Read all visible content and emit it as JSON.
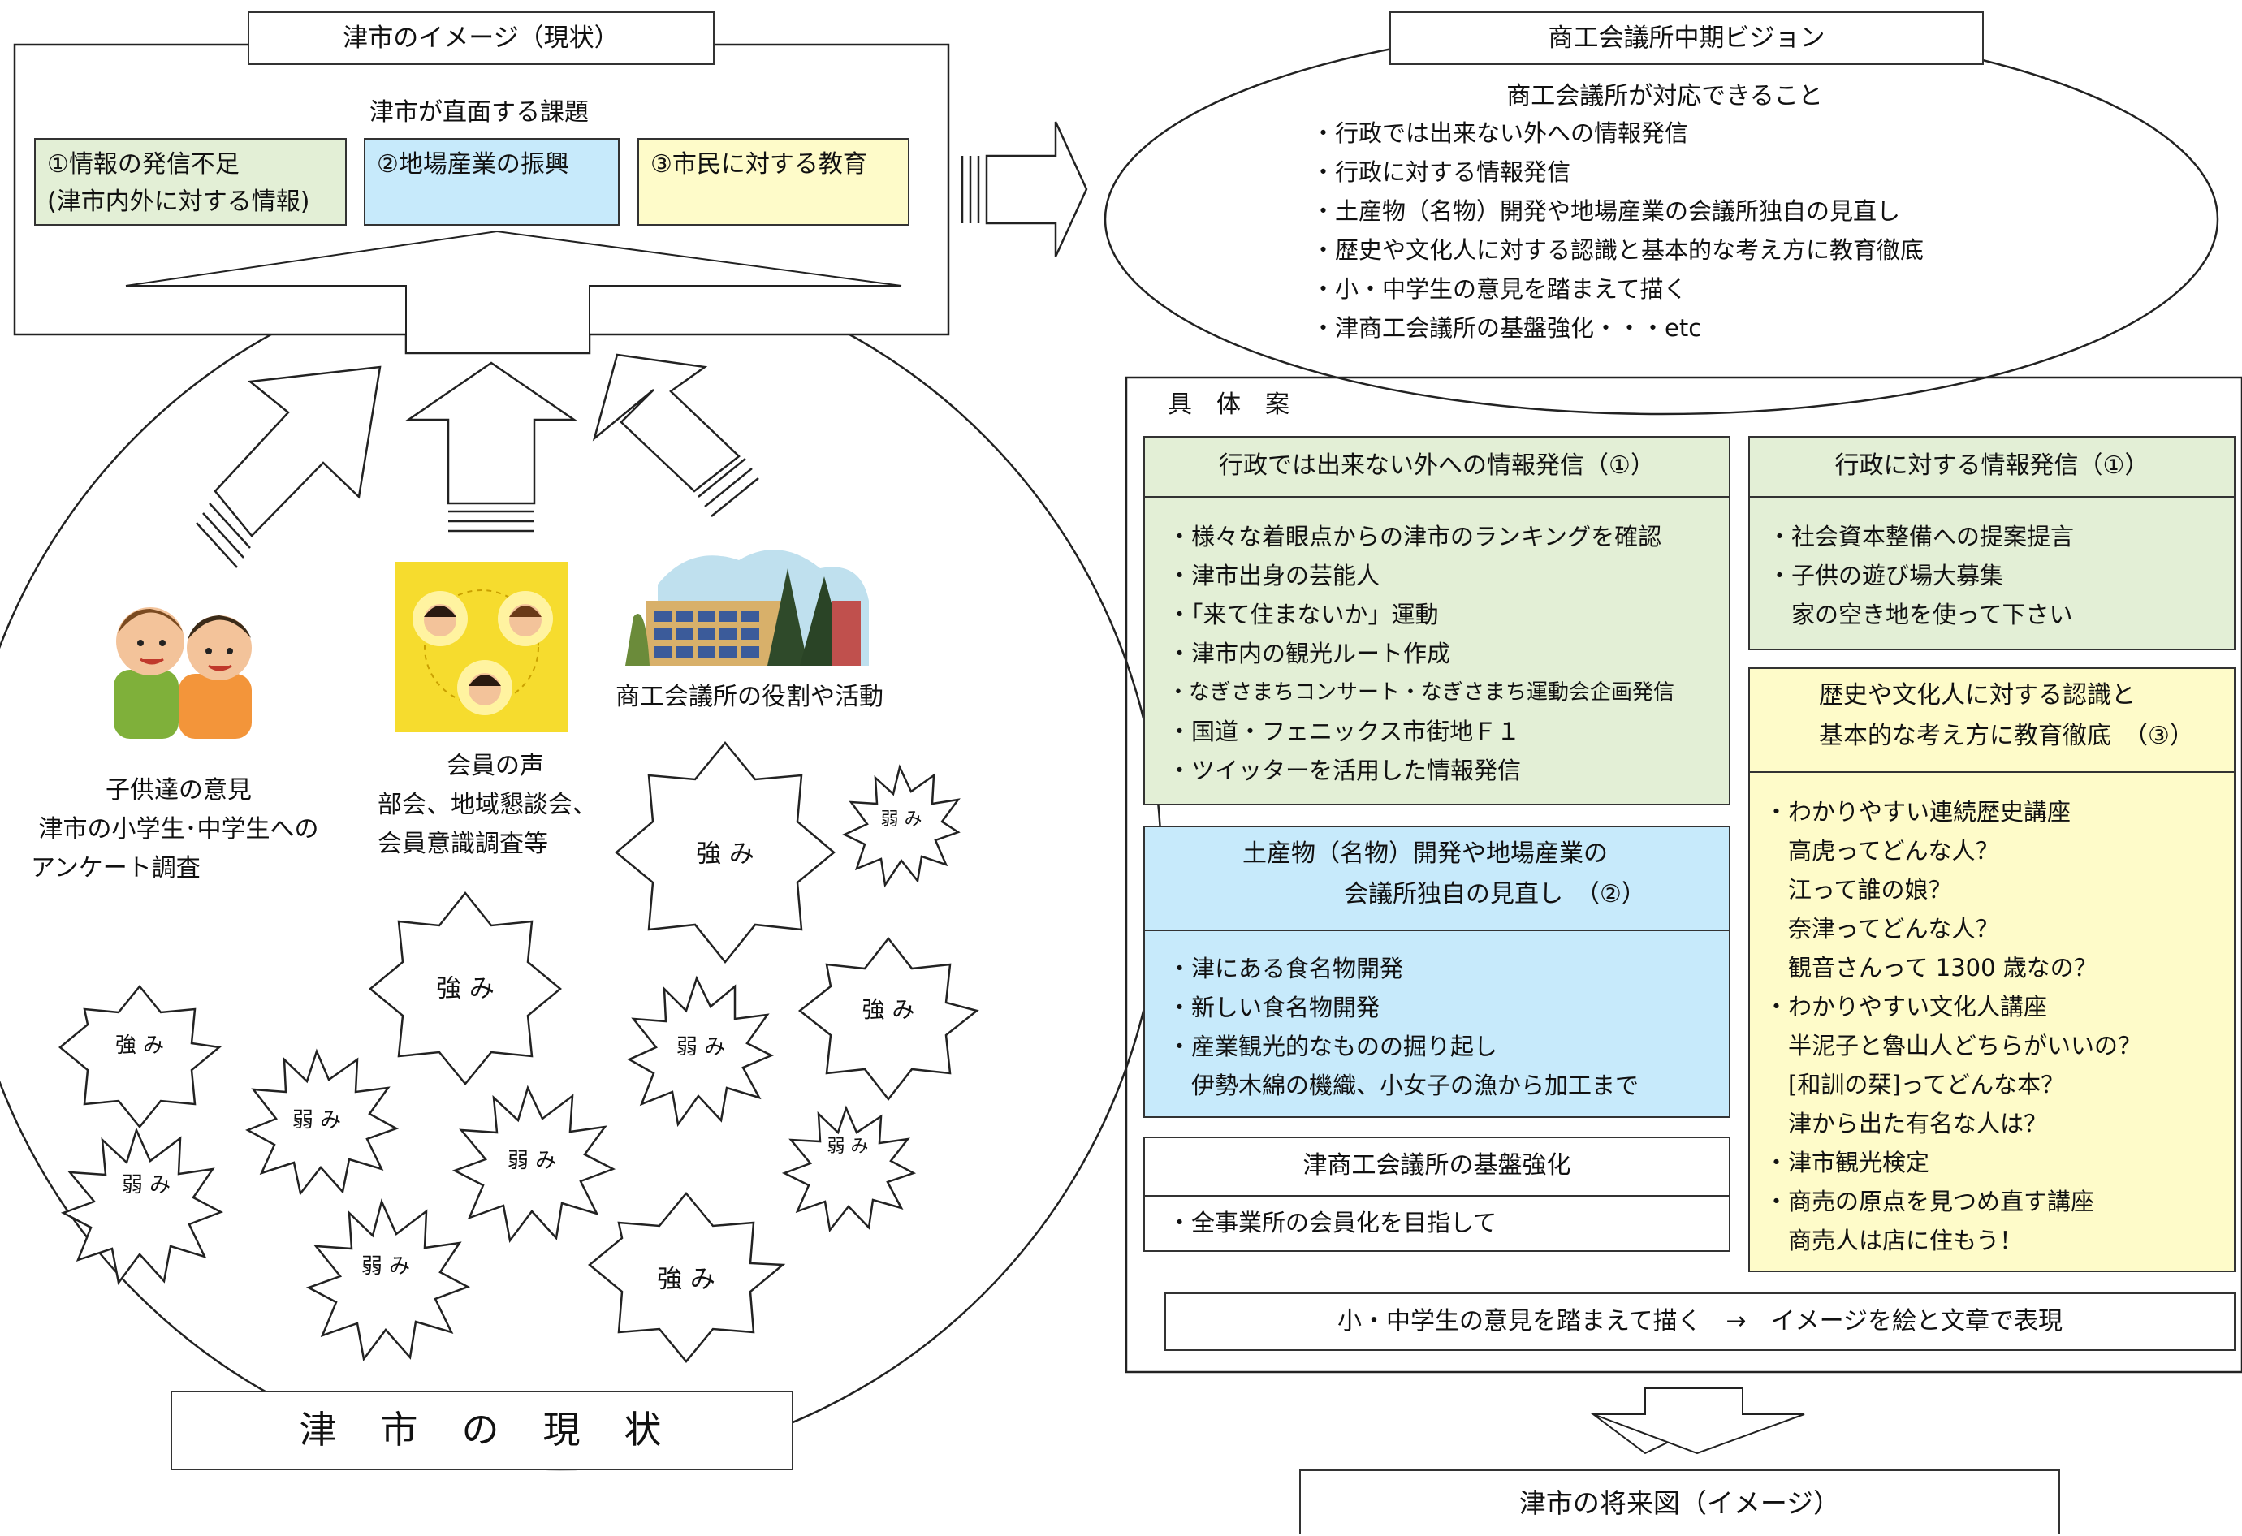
{
  "left": {
    "header_title": "津市のイメージ（現状）",
    "issues_title": "津市が直面する課題",
    "issues": [
      {
        "line1": "①情報の発信不足",
        "line2": "(津市内外に対する情報)"
      },
      {
        "line1": "②地場産業の振興",
        "line2": ""
      },
      {
        "line1": "③市民に対する教育",
        "line2": ""
      }
    ],
    "source_children": {
      "line1": "子供達の意見",
      "line2": "津市の小学生･中学生への",
      "line3": "アンケート調査"
    },
    "source_members": {
      "line1": "会員の声",
      "line2": "部会、地域懇談会、",
      "line3": "会員意識調査等"
    },
    "source_chamber": "商工会議所の役割や活動",
    "strength_label": "強 み",
    "weakness_label": "弱 み",
    "bottom_title": "津　市　の　現　状"
  },
  "right": {
    "vision_title": "商工会議所中期ビジョン",
    "vision_subtitle": "商工会議所が対応できること",
    "vision_items": [
      "・行政では出来ない外への情報発信",
      "・行政に対する情報発信",
      "・土産物（名物）開発や地場産業の会議所独自の見直し",
      "・歴史や文化人に対する認識と基本的な考え方に教育徹底",
      "・小・中学生の意見を踏まえて描く",
      "・津商工会議所の基盤強化・・・etc"
    ],
    "concrete_title": "具　体　案",
    "box1": {
      "title": "行政では出来ない外への情報発信（①）",
      "items": [
        "・様々な着眼点からの津市のランキングを確認",
        "・津市出身の芸能人",
        "・「来て住まないか」運動",
        "・津市内の観光ルート作成",
        "・なぎさまちコンサート・なぎさまち運動会企画発信",
        "・国道・フェニックス市街地Ｆ１",
        "・ツイッターを活用した情報発信"
      ]
    },
    "box2": {
      "title1": "土産物（名物）開発や地場産業の",
      "title2": "会議所独自の見直し　（②）",
      "items": [
        "・津にある食名物開発",
        "・新しい食名物開発",
        "・産業観光的なものの掘り起し",
        "　伊勢木綿の機織、小女子の漁から加工まで"
      ]
    },
    "box3": {
      "title": "津商工会議所の基盤強化",
      "items": [
        "・全事業所の会員化を目指して"
      ]
    },
    "box4": {
      "title": "行政に対する情報発信（①）",
      "items": [
        "・社会資本整備への提案提言",
        "・子供の遊び場大募集",
        "　家の空き地を使って下さい"
      ]
    },
    "box5": {
      "title1": "歴史や文化人に対する認識と",
      "title2": "基本的な考え方に教育徹底　（③）",
      "items": [
        "・わかりやすい連続歴史講座",
        "　高虎ってどんな人？",
        "　江って誰の娘？",
        "　奈津ってどんな人？",
        "　観音さんって 1300 歳なの？",
        "・わかりやすい文化人講座",
        "　半泥子と魯山人どちらがいいの？",
        "　[和訓の栞]ってどんな本？",
        "　津から出た有名な人は？",
        "・津市観光検定",
        "・商売の原点を見つめ直す講座",
        "　商売人は店に住もう！"
      ]
    },
    "bottom_bar": "小・中学生の意見を踏まえて描く　→　イメージを絵と文章で表現",
    "future_title": "津市の将来図（イメージ）"
  }
}
